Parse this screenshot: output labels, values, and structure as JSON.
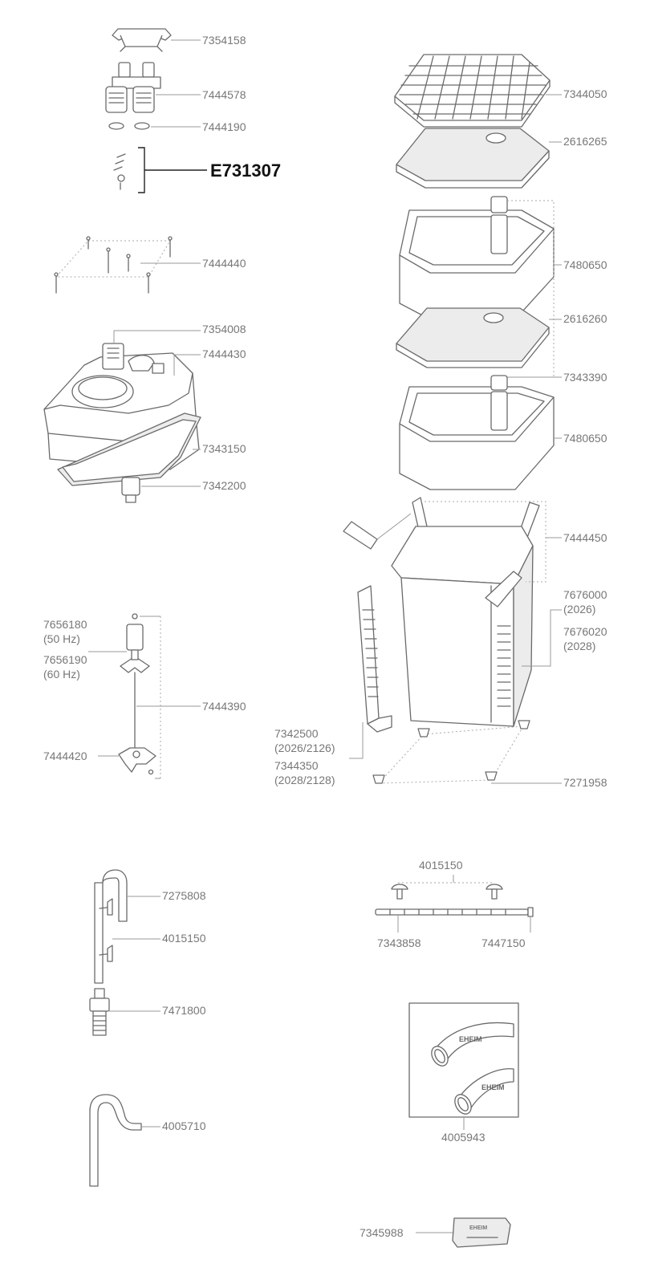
{
  "callouts": {
    "c7354158": "7354158",
    "c7444578": "7444578",
    "c7444190": "7444190",
    "cE731307": "E731307",
    "c7444440": "7444440",
    "c7354008": "7354008",
    "c7444430": "7444430",
    "c7343150": "7343150",
    "c7342200": "7342200",
    "c7656180": "7656180",
    "c7656180_hz": "(50 Hz)",
    "c7656190": "7656190",
    "c7656190_hz": "(60 Hz)",
    "c7444390": "7444390",
    "c7444420": "7444420",
    "c7344050": "7344050",
    "c2616265": "2616265",
    "c7480650_a": "7480650",
    "c2616260": "2616260",
    "c7343390": "7343390",
    "c7480650_b": "7480650",
    "c7444450": "7444450",
    "c7676000": "7676000",
    "c7676000_m": "(2026)",
    "c7676020": "7676020",
    "c7676020_m": "(2028)",
    "c7342500": "7342500",
    "c7342500_m": "(2026/2126)",
    "c7344350": "7344350",
    "c7344350_m": "(2028/2128)",
    "c7271958": "7271958",
    "c7275808": "7275808",
    "c4015150_a": "4015150",
    "c7471800": "7471800",
    "c4005710": "4005710",
    "c4015150_b": "4015150",
    "c7343858": "7343858",
    "c7447150": "7447150",
    "c4005943": "4005943",
    "c7345988": "7345988"
  },
  "brand_text": {
    "hose_1": "EHEIM",
    "hose_2": "EHEIM",
    "sachet": "EHEIM"
  },
  "colors": {
    "line": "#6a6a6a",
    "label": "#777777",
    "highlight_label": "#111111"
  }
}
